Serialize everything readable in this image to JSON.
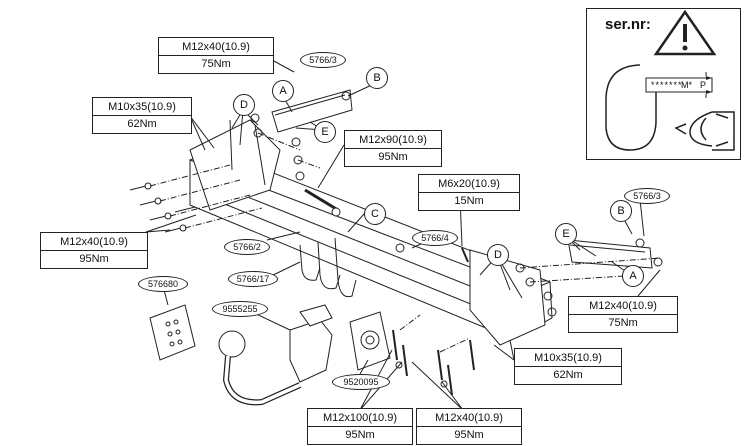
{
  "specs": [
    {
      "id": "s1",
      "bolt": "M12x40(10.9)",
      "torque": "75Nm"
    },
    {
      "id": "s2",
      "bolt": "M10x35(10.9)",
      "torque": "62Nm"
    },
    {
      "id": "s3",
      "bolt": "M12x90(10.9)",
      "torque": "95Nm"
    },
    {
      "id": "s4",
      "bolt": "M6x20(10.9)",
      "torque": "15Nm"
    },
    {
      "id": "s5",
      "bolt": "M12x40(10.9)",
      "torque": "95Nm"
    },
    {
      "id": "s6",
      "bolt": "M12x40(10.9)",
      "torque": "75Nm"
    },
    {
      "id": "s7",
      "bolt": "M10x35(10.9)",
      "torque": "62Nm"
    },
    {
      "id": "s8",
      "bolt": "M12x100(10.9)",
      "torque": "95Nm"
    },
    {
      "id": "s9",
      "bolt": "M12x40(10.9)",
      "torque": "95Nm"
    }
  ],
  "part_numbers": [
    "5766/3",
    "5766/3",
    "5766/2",
    "5766/4",
    "5766/17",
    "576680",
    "9555255",
    "9520095"
  ],
  "letters": [
    "A",
    "B",
    "D",
    "E",
    "C",
    "D",
    "B",
    "E",
    "A"
  ],
  "warning": {
    "label": "ser.nr:",
    "plate_stars": "*******",
    "plate_mark": "M*",
    "plate_p": "P"
  }
}
